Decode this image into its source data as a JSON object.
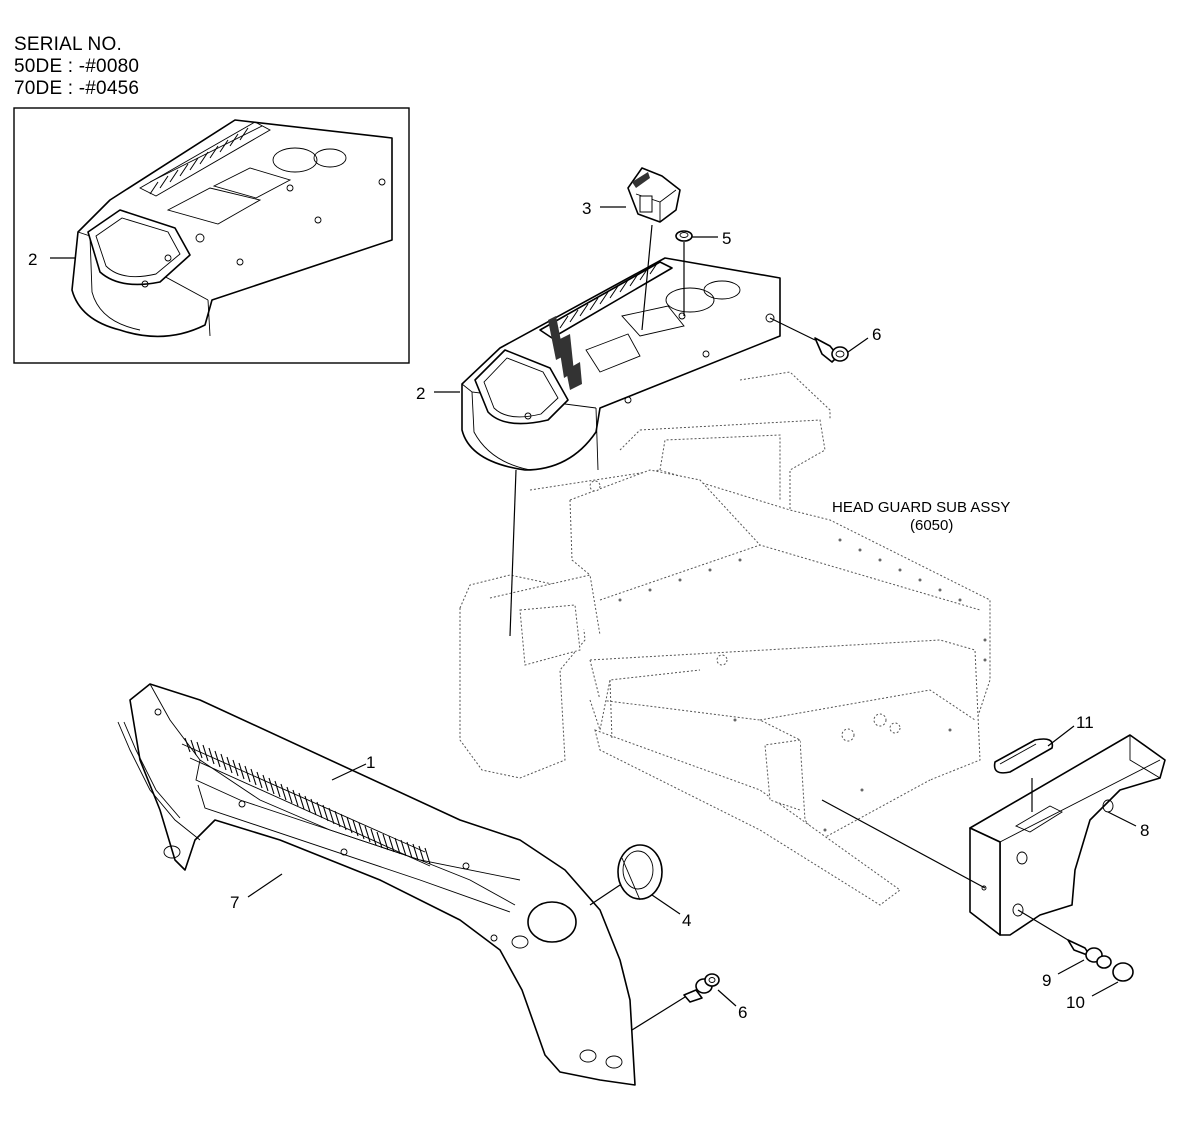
{
  "serial": {
    "title": "SERIAL NO.",
    "line1": "50DE : -#0080",
    "line2": "70DE : -#0456"
  },
  "assembly_label": {
    "line1": "HEAD GUARD SUB ASSY",
    "line2": "(6050)"
  },
  "callouts": {
    "inset_2": "2",
    "c1": "1",
    "c2": "2",
    "c3": "3",
    "c4": "4",
    "c5": "5",
    "c6_top": "6",
    "c6_bottom": "6",
    "c7": "7",
    "c8": "8",
    "c9": "9",
    "c10": "10",
    "c11": "11"
  }
}
